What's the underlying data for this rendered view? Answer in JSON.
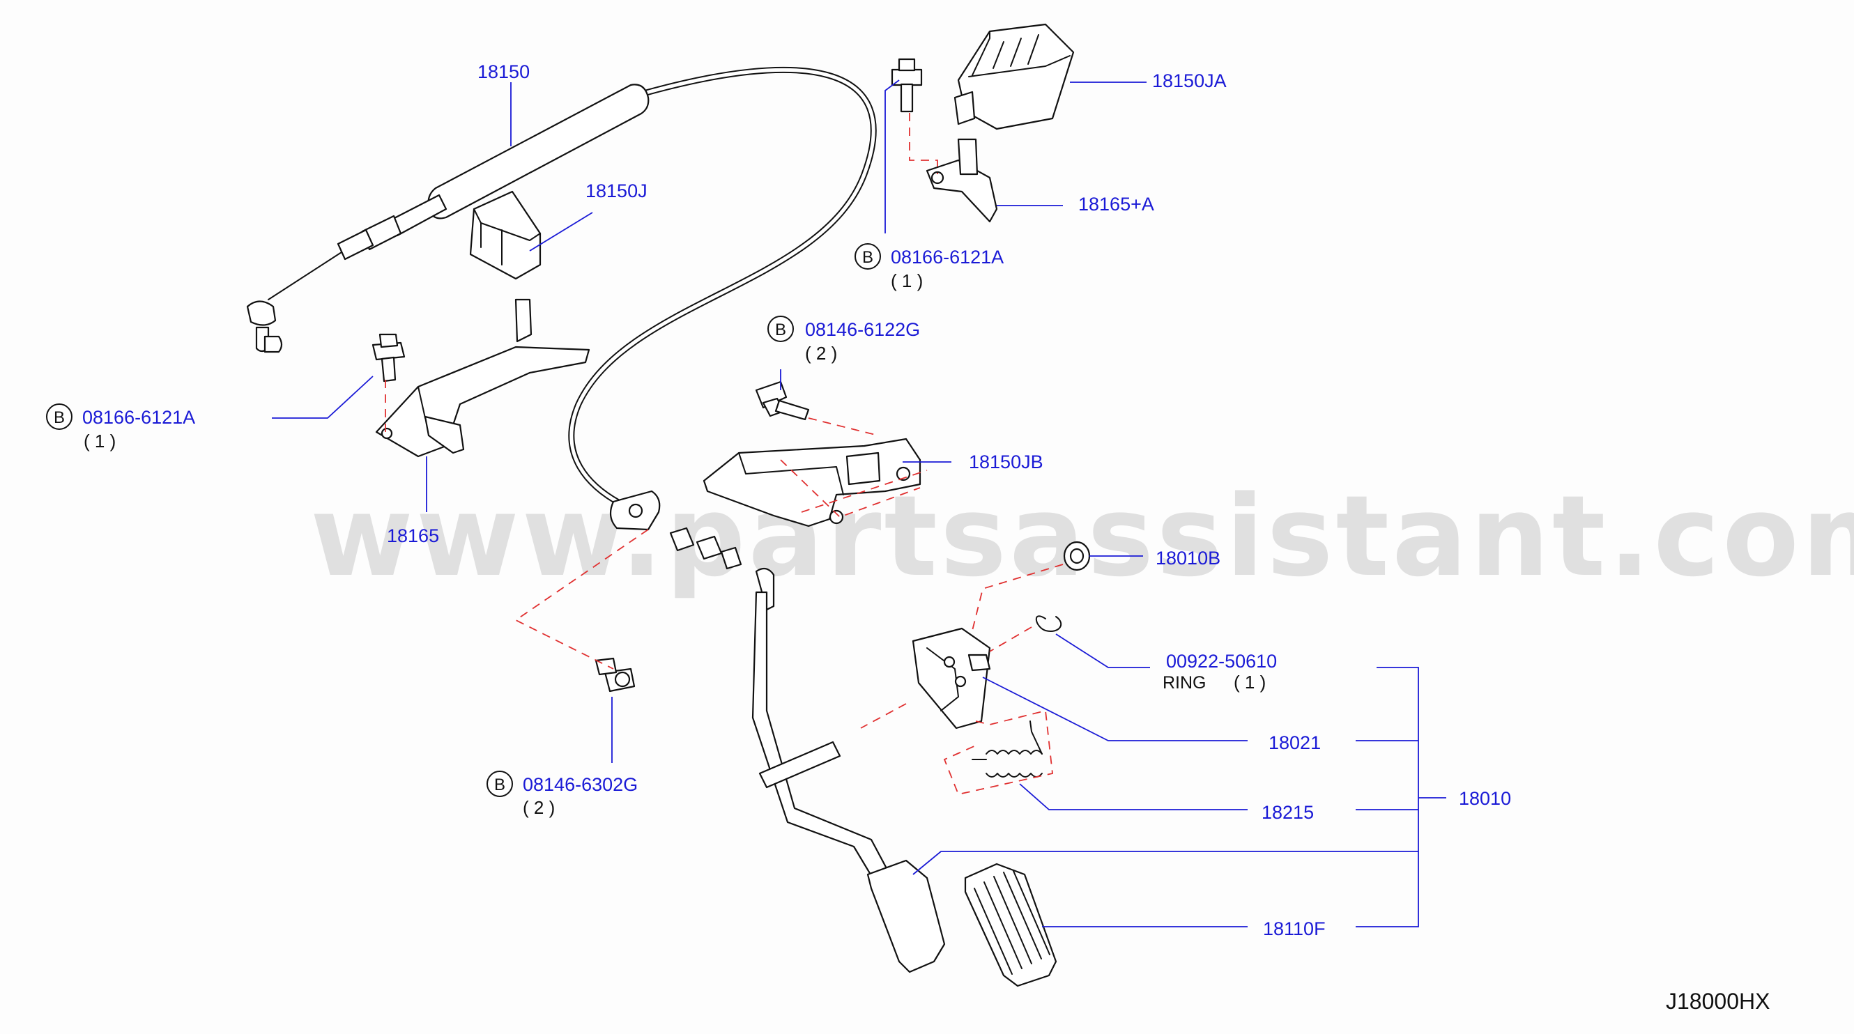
{
  "watermark": "www.partsassistant.com",
  "diagram_code": "J18000HX",
  "labels": {
    "p18150": "18150",
    "p18150JA": "18150JA",
    "p18150J": "18150J",
    "p18165A": "18165+A",
    "p18165": "18165",
    "p18150JB": "18150JB",
    "p18010B": "18010B",
    "p00922": "00922-50610",
    "ring": "RING",
    "ring_qty": "( 1 )",
    "p18021": "18021",
    "p18215": "18215",
    "p18010": "18010",
    "p18110F": "18110F"
  },
  "bolts": [
    {
      "marker": "B",
      "part": "08166-6121A",
      "qty": "( 1 )"
    },
    {
      "marker": "B",
      "part": "08146-6122G",
      "qty": "( 2 )"
    },
    {
      "marker": "B",
      "part": "08166-6121A",
      "qty": "( 1 )"
    },
    {
      "marker": "B",
      "part": "08146-6302G",
      "qty": "( 2 )"
    }
  ],
  "colors": {
    "callout": "#1a1ad6",
    "guide": "#e03030",
    "line": "#111111"
  }
}
